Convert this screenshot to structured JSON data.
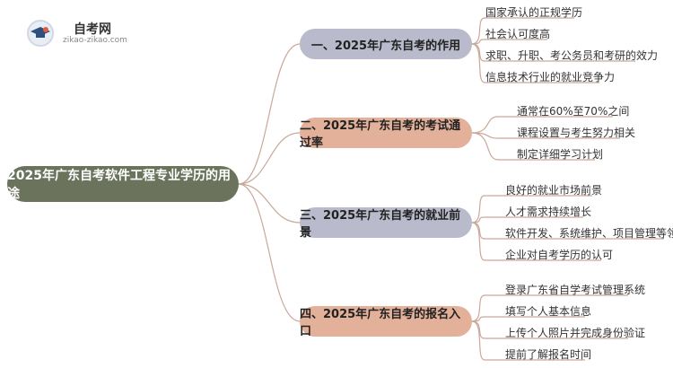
{
  "logo": {
    "name": "自考网",
    "url_text": "zikao-zikao.com"
  },
  "root": {
    "label": "2025年广东自考软件工程专业学历的用途"
  },
  "branches": [
    {
      "label": "一、2025年广东自考的作用",
      "items": [
        "国家承认的正规学历",
        "社会认可度高",
        "求职、升职、考公务员和考研的效力",
        "信息技术行业的就业竞争力"
      ]
    },
    {
      "label": "二、2025年广东自考的考试通过率",
      "items": [
        "通常在60%至70%之间",
        "课程设置与考生努力相关",
        "制定详细学习计划"
      ]
    },
    {
      "label": "三、2025年广东自考的就业前景",
      "items": [
        "良好的就业市场前景",
        "人才需求持续增长",
        "软件开发、系统维护、项目管理等领域",
        "企业对自考学历的认可"
      ]
    },
    {
      "label": "四、2025年广东自考的报名入口",
      "items": [
        "登录广东省自学考试管理系统",
        "填写个人基本信息",
        "上传个人照片并完成身份验证",
        "提前了解报名时间"
      ]
    }
  ],
  "colors": {
    "root": "#6b735c",
    "branch_gray": "#b9bacb",
    "branch_orange": "#e3b09a",
    "line": "#c9a89a"
  }
}
